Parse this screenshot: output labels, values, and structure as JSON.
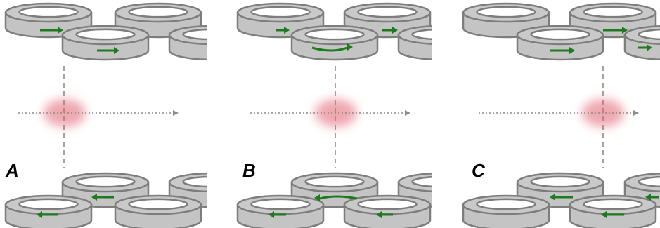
{
  "figure": {
    "colors": {
      "ring_fill": "#c4c4c4",
      "ring_stroke": "#7d7d7d",
      "arrow": "#1e7a1e",
      "guide": "#8c8c8c",
      "blob": "#e06070"
    },
    "panels": [
      {
        "label": "A"
      },
      {
        "label": "B"
      },
      {
        "label": "C"
      }
    ]
  }
}
